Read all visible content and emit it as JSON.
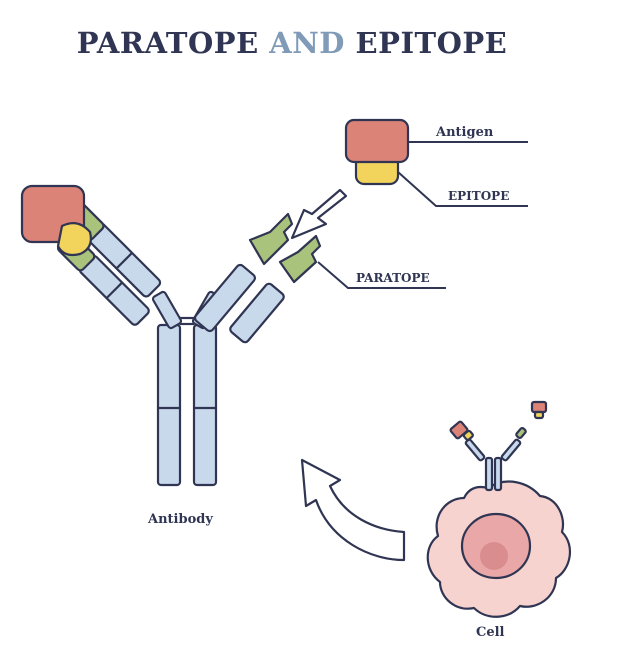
{
  "title": {
    "part1": "PARATOPE ",
    "part2": "AND",
    "part3": " EPITOPE"
  },
  "labels": {
    "antigen": "Antigen",
    "epitope": "EPITOPE",
    "paratope": "PARATOPE",
    "antibody": "Antibody",
    "cell": "Cell"
  },
  "colors": {
    "outline": "#2f3552",
    "antibody_fill": "#c9d9ec",
    "antigen_fill": "#dc8378",
    "epitope_fill": "#f2d45c",
    "paratope_fill": "#a9c27c",
    "cell_fill": "#f7d3d0",
    "nucleus_fill": "#e9a7a7",
    "title_accent": "#7f9bb8"
  }
}
